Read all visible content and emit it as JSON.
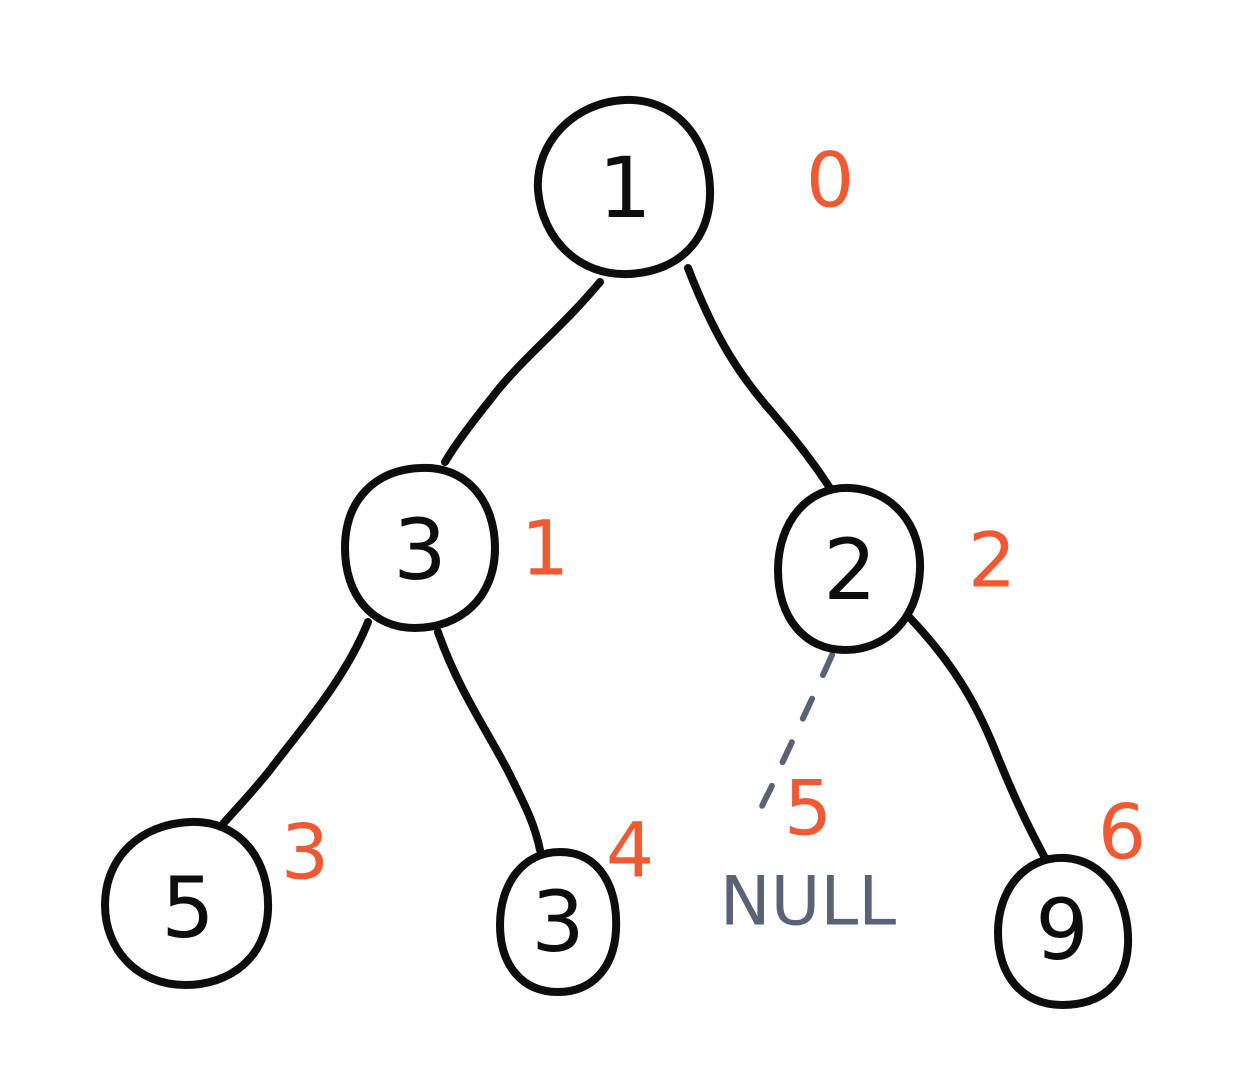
{
  "colors": {
    "ink": "#0d0d0d",
    "index": "#ef5a34",
    "null": "#5b6275"
  },
  "tree": {
    "nodes": [
      {
        "id": "n0",
        "value": "1",
        "index": "0"
      },
      {
        "id": "n1",
        "value": "3",
        "index": "1"
      },
      {
        "id": "n2",
        "value": "2",
        "index": "2"
      },
      {
        "id": "n3",
        "value": "5",
        "index": "3"
      },
      {
        "id": "n4",
        "value": "3",
        "index": "4"
      },
      {
        "id": "n6",
        "value": "9",
        "index": "6"
      }
    ],
    "edges": [
      {
        "from": "n0",
        "to": "n1"
      },
      {
        "from": "n0",
        "to": "n2"
      },
      {
        "from": "n1",
        "to": "n3"
      },
      {
        "from": "n1",
        "to": "n4"
      },
      {
        "from": "n2",
        "to": "n6"
      }
    ],
    "null_child": {
      "parent": "n2",
      "index": "5",
      "label": "NULL"
    }
  }
}
